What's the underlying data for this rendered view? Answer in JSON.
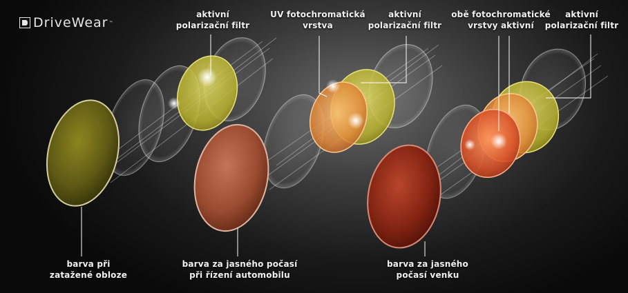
{
  "brand": {
    "name": "DriveWear",
    "trademark": "™"
  },
  "labels": {
    "set1_top": [
      "aktivní",
      "polarizační filtr"
    ],
    "set2_top_left": [
      "UV fotochromatická",
      "vrstva"
    ],
    "set2_top_right": [
      "aktivní",
      "polarizační filtr"
    ],
    "set3_top_left": [
      "obě fotochromatické",
      "vrstvy aktivní"
    ],
    "set3_top_right": [
      "aktivní",
      "polarizační filtr"
    ],
    "set1_bottom": [
      "barva při",
      "zatažené obloze"
    ],
    "set2_bottom": [
      "barva za jasného počasí",
      "při řízení automobilu"
    ],
    "set3_bottom": [
      "barva za jasného",
      "počasí venku"
    ]
  },
  "colors": {
    "overcast_lens": "#6f6a1a",
    "polarizer_filter": "#c9c23a",
    "driving_lens": "#a5553a",
    "photochromic_layer": "#e08a3c",
    "outdoor_lens": "#8e2a14",
    "outdoor_layer": "#d4512a",
    "label_text": "#f2f2f2"
  }
}
